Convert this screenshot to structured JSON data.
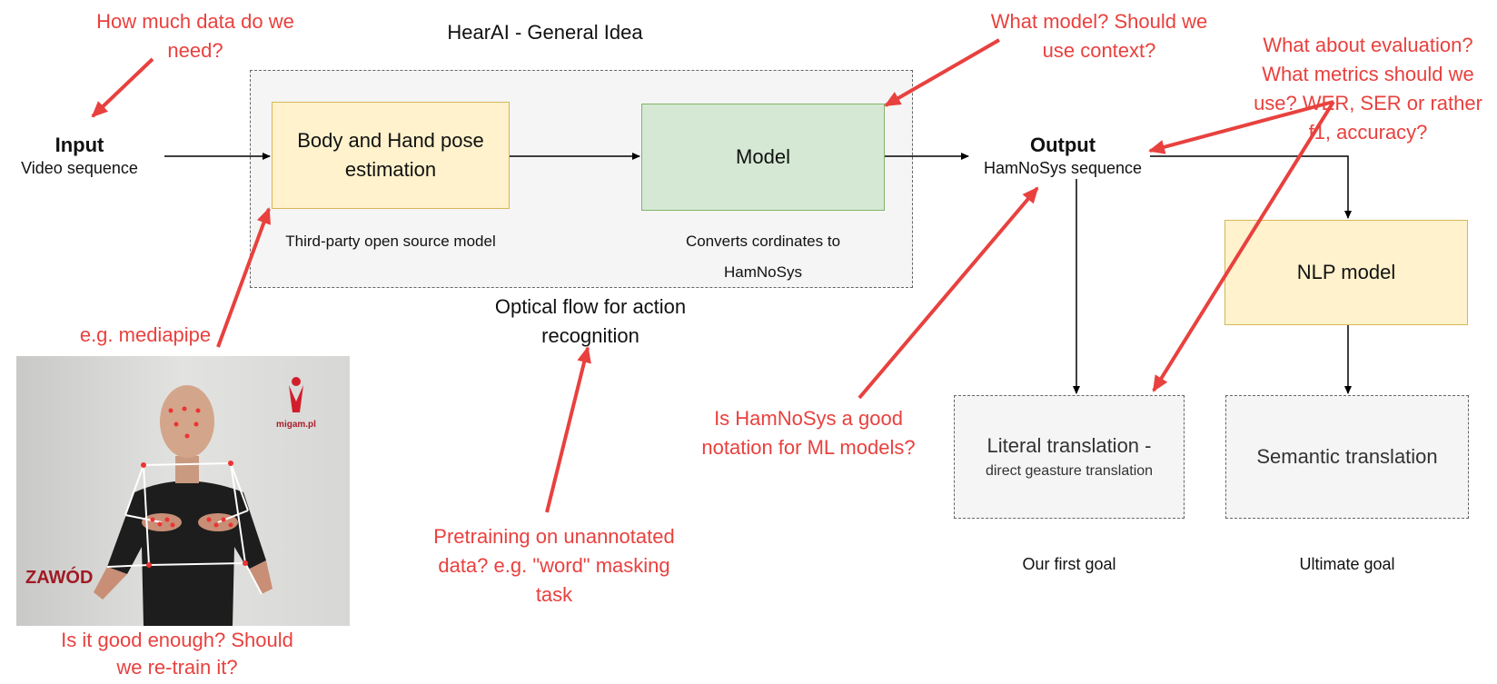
{
  "title": "HearAI - General Idea",
  "input": {
    "label": "Input",
    "sublabel": "Video sequence"
  },
  "output": {
    "label": "Output",
    "sublabel": "HamNoSys sequence"
  },
  "pose_box": {
    "label": "Body and Hand pose estimation",
    "caption": "Third-party open source model"
  },
  "model_box": {
    "label": "Model",
    "caption": "Converts cordinates to HamNoSys"
  },
  "nlp_box": {
    "label": "NLP model"
  },
  "literal_box": {
    "label": "Literal translation -",
    "sublabel": "direct geasture translation"
  },
  "semantic_box": {
    "label": "Semantic translation"
  },
  "goals": {
    "first": "Our first goal",
    "ultimate": "Ultimate goal"
  },
  "optical_flow": "Optical flow for action recognition",
  "questions": {
    "data_amount": "How much data do we need?",
    "model_context": "What model? Should we use context?",
    "evaluation": "What about evaluation? What metrics should we use? WER, SER or rather f1, accuracy?",
    "mediapipe": "e.g. mediapipe",
    "good_enough": "Is it good enough? Should we re-train it?",
    "pretraining": "Pretraining on unannotated data? e.g. \"word\" masking task",
    "hamnosys_notation": "Is HamNoSys a good notation for ML models?"
  },
  "photo": {
    "overlay_text": "ZAWÓD",
    "logo_text": "migam.pl"
  },
  "colors": {
    "annotation": "#e8413e",
    "yellow_fill": "#fff2cc",
    "yellow_stroke": "#d6b656",
    "green_fill": "#d5e8d4",
    "green_stroke": "#82b366",
    "gray_fill": "#f5f5f5"
  }
}
